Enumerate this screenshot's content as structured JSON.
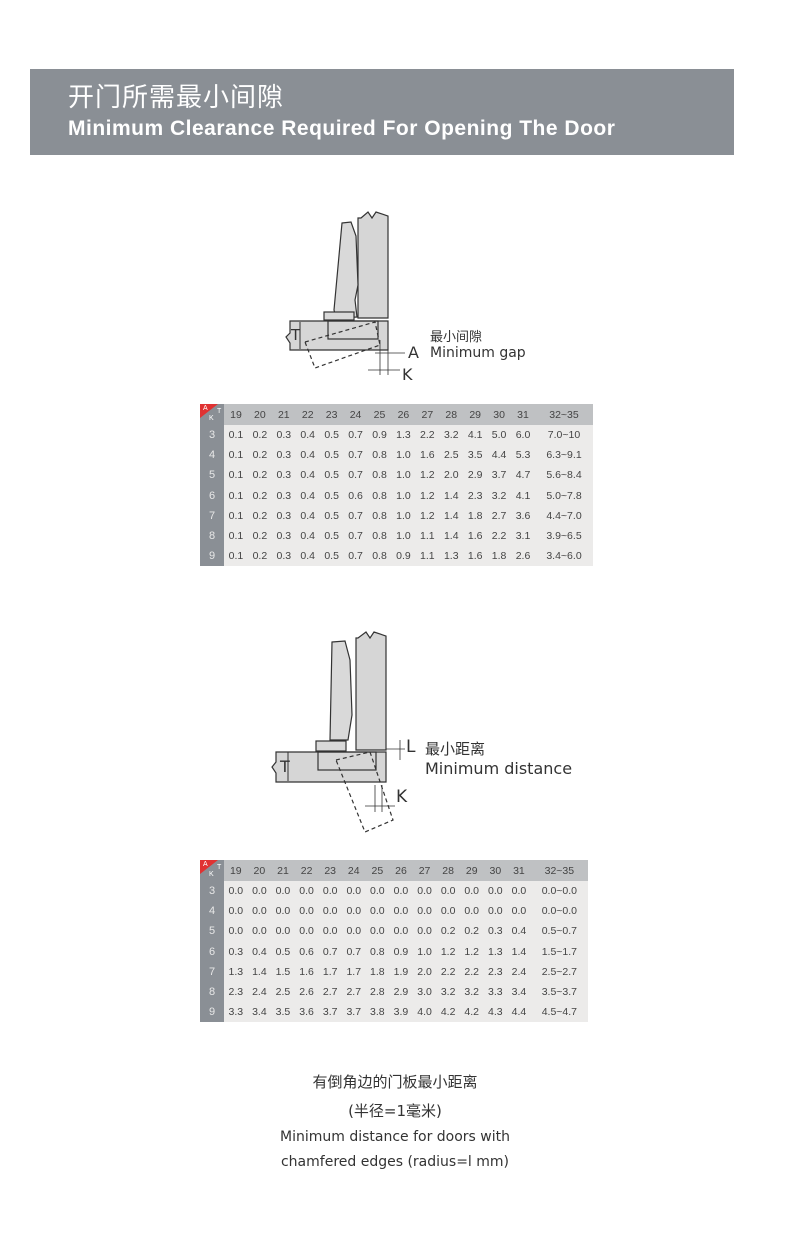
{
  "header": {
    "title_zh": "开门所需最小间隙",
    "title_en": "Minimum Clearance Required For Opening The Door"
  },
  "diagram1": {
    "label_t": "T",
    "label_a": "A",
    "label_k": "K",
    "caption_zh": "最小间隙",
    "caption_en": "Minimum gap"
  },
  "diagram2": {
    "label_t": "T",
    "label_l": "L",
    "label_k": "K",
    "caption_zh": "最小距离",
    "caption_en": "Minimum distance"
  },
  "table1": {
    "corner": {
      "a": "A",
      "k": "K",
      "t": "T"
    },
    "columns": [
      "19",
      "20",
      "21",
      "22",
      "23",
      "24",
      "25",
      "26",
      "27",
      "28",
      "29",
      "30",
      "31",
      "32~35"
    ],
    "rows": [
      {
        "k": "3",
        "values": [
          "0.1",
          "0.2",
          "0.3",
          "0.4",
          "0.5",
          "0.7",
          "0.9",
          "1.3",
          "2.2",
          "3.2",
          "4.1",
          "5.0",
          "6.0",
          "7.0~10"
        ]
      },
      {
        "k": "4",
        "values": [
          "0.1",
          "0.2",
          "0.3",
          "0.4",
          "0.5",
          "0.7",
          "0.8",
          "1.0",
          "1.6",
          "2.5",
          "3.5",
          "4.4",
          "5.3",
          "6.3~9.1"
        ]
      },
      {
        "k": "5",
        "values": [
          "0.1",
          "0.2",
          "0.3",
          "0.4",
          "0.5",
          "0.7",
          "0.8",
          "1.0",
          "1.2",
          "2.0",
          "2.9",
          "3.7",
          "4.7",
          "5.6~8.4"
        ]
      },
      {
        "k": "6",
        "values": [
          "0.1",
          "0.2",
          "0.3",
          "0.4",
          "0.5",
          "0.6",
          "0.8",
          "1.0",
          "1.2",
          "1.4",
          "2.3",
          "3.2",
          "4.1",
          "5.0~7.8"
        ]
      },
      {
        "k": "7",
        "values": [
          "0.1",
          "0.2",
          "0.3",
          "0.4",
          "0.5",
          "0.7",
          "0.8",
          "1.0",
          "1.2",
          "1.4",
          "1.8",
          "2.7",
          "3.6",
          "4.4~7.0"
        ]
      },
      {
        "k": "8",
        "values": [
          "0.1",
          "0.2",
          "0.3",
          "0.4",
          "0.5",
          "0.7",
          "0.8",
          "1.0",
          "1.1",
          "1.4",
          "1.6",
          "2.2",
          "3.1",
          "3.9~6.5"
        ]
      },
      {
        "k": "9",
        "values": [
          "0.1",
          "0.2",
          "0.3",
          "0.4",
          "0.5",
          "0.7",
          "0.8",
          "0.9",
          "1.1",
          "1.3",
          "1.6",
          "1.8",
          "2.6",
          "3.4~6.0"
        ]
      }
    ]
  },
  "table2": {
    "corner": {
      "a": "A",
      "k": "K",
      "t": "T"
    },
    "columns": [
      "19",
      "20",
      "21",
      "22",
      "23",
      "24",
      "25",
      "26",
      "27",
      "28",
      "29",
      "30",
      "31",
      "32~35"
    ],
    "rows": [
      {
        "k": "3",
        "values": [
          "0.0",
          "0.0",
          "0.0",
          "0.0",
          "0.0",
          "0.0",
          "0.0",
          "0.0",
          "0.0",
          "0.0",
          "0.0",
          "0.0",
          "0.0",
          "0.0~0.0"
        ]
      },
      {
        "k": "4",
        "values": [
          "0.0",
          "0.0",
          "0.0",
          "0.0",
          "0.0",
          "0.0",
          "0.0",
          "0.0",
          "0.0",
          "0.0",
          "0.0",
          "0.0",
          "0.0",
          "0.0~0.0"
        ]
      },
      {
        "k": "5",
        "values": [
          "0.0",
          "0.0",
          "0.0",
          "0.0",
          "0.0",
          "0.0",
          "0.0",
          "0.0",
          "0.0",
          "0.2",
          "0.2",
          "0.3",
          "0.4",
          "0.5~0.7"
        ]
      },
      {
        "k": "6",
        "values": [
          "0.3",
          "0.4",
          "0.5",
          "0.6",
          "0.7",
          "0.7",
          "0.8",
          "0.9",
          "1.0",
          "1.2",
          "1.2",
          "1.3",
          "1.4",
          "1.5~1.7"
        ]
      },
      {
        "k": "7",
        "values": [
          "1.3",
          "1.4",
          "1.5",
          "1.6",
          "1.7",
          "1.7",
          "1.8",
          "1.9",
          "2.0",
          "2.2",
          "2.2",
          "2.3",
          "2.4",
          "2.5~2.7"
        ]
      },
      {
        "k": "8",
        "values": [
          "2.3",
          "2.4",
          "2.5",
          "2.6",
          "2.7",
          "2.7",
          "2.8",
          "2.9",
          "3.0",
          "3.2",
          "3.2",
          "3.3",
          "3.4",
          "3.5~3.7"
        ]
      },
      {
        "k": "9",
        "values": [
          "3.3",
          "3.4",
          "3.5",
          "3.6",
          "3.7",
          "3.7",
          "3.8",
          "3.9",
          "4.0",
          "4.2",
          "4.2",
          "4.3",
          "4.4",
          "4.5~4.7"
        ]
      }
    ]
  },
  "footer": {
    "line1": "有倒角边的门板最小距离",
    "line2": "(半径=1毫米)",
    "line3": "Minimum distance for doors with",
    "line4": "chamfered edges (radius=l mm)"
  }
}
